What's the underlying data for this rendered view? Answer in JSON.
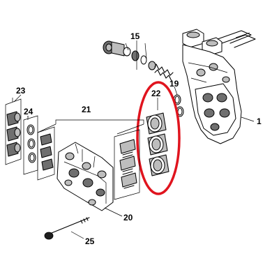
{
  "labels": {
    "c1": "1",
    "c15": "15",
    "c19": "19",
    "c20": "20",
    "c21": "21",
    "c22": "22",
    "c23": "23",
    "c24": "24",
    "c25": "25"
  },
  "colors": {
    "highlight": "#e0141e",
    "line": "#000000",
    "shade_light": "#bdbdbd",
    "shade_dark": "#6f6f6f"
  }
}
